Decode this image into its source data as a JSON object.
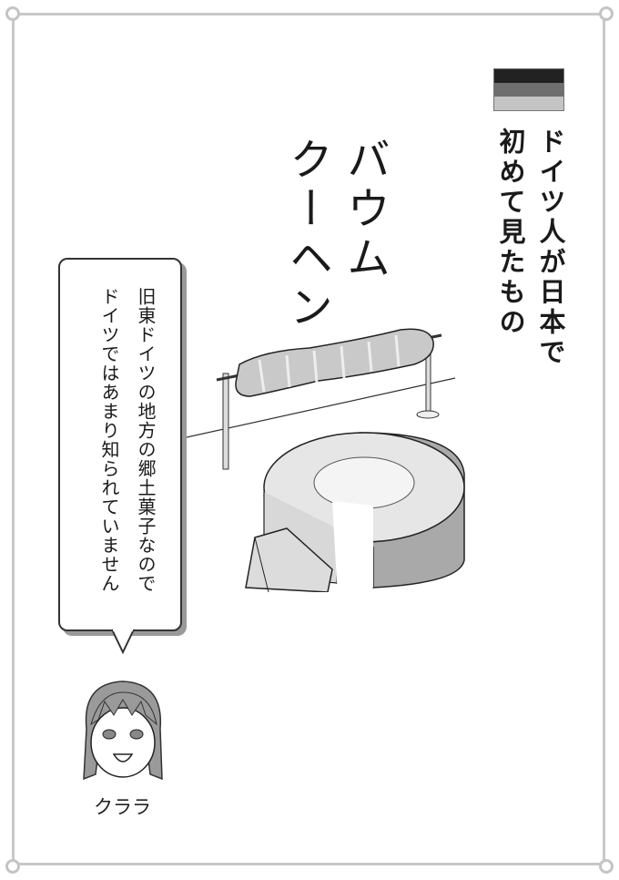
{
  "page": {
    "frame_color": "#c8c8c8",
    "flag": {
      "name": "germany-flag-grayscale",
      "stripes": [
        "#222222",
        "#6e6e6e",
        "#c4c4c4"
      ]
    },
    "header": {
      "lines": [
        "ドイツ人が日本で",
        "初めて見たもの"
      ]
    },
    "title": {
      "lines": [
        "バウム",
        "クーヘン"
      ]
    },
    "speech_bubble": {
      "lines": [
        "旧東ドイツの地方の郷土菓子なので",
        "ドイツではあまり知られていません"
      ]
    },
    "character": {
      "name": "クララ"
    },
    "illustration": {
      "subject": "baumkuchen-on-spit-and-cut-cake"
    }
  }
}
